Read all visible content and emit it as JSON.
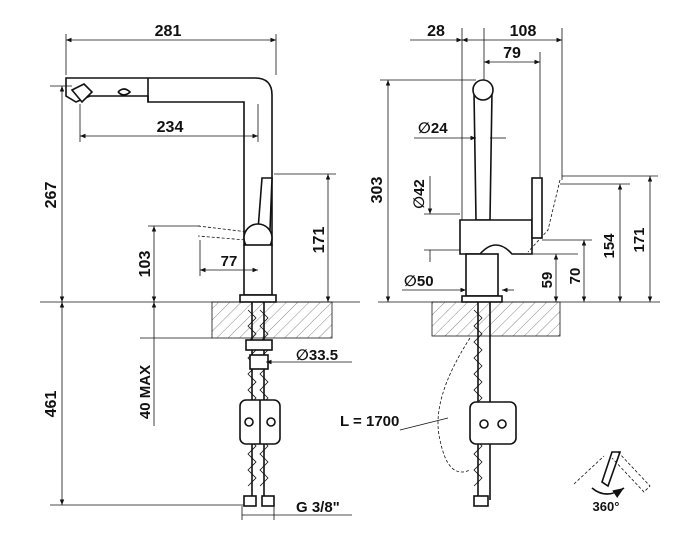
{
  "dimensions": {
    "width_281": "281",
    "reach_234": "234",
    "height_267": "267",
    "lever_103": "103",
    "lever_77": "77",
    "height_171_left": "171",
    "depth_461": "461",
    "max_40": "40 MAX",
    "diam_33_5": "∅33.5",
    "thread": "G 3/8\"",
    "top_28": "28",
    "top_108": "108",
    "top_79": "79",
    "height_303": "303",
    "diam_24": "∅24",
    "diam_42": "∅42",
    "diam_50": "∅50",
    "h_59": "59",
    "h_70": "70",
    "h_154": "154",
    "height_171_right": "171",
    "hose_length": "L = 1700",
    "rotation": "360°"
  },
  "colors": {
    "line": "#111111",
    "background": "#ffffff",
    "hatch": "#555555"
  }
}
